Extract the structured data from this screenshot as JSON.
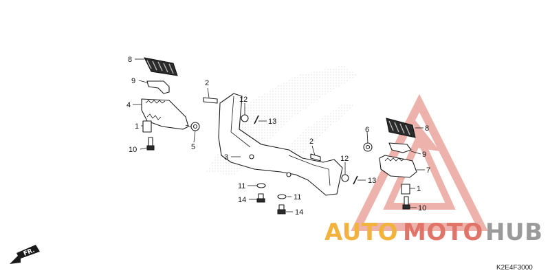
{
  "diagram": {
    "code": "K2E4F3000",
    "front_label": "FR.",
    "callouts": {
      "c1a": "1",
      "c1b": "1",
      "c2a": "2",
      "c2b": "2",
      "c3": "3",
      "c4": "4",
      "c5": "5",
      "c6": "6",
      "c7": "7",
      "c8a": "8",
      "c8b": "8",
      "c9a": "9",
      "c9b": "9",
      "c10a": "10",
      "c10b": "10",
      "c11a": "11",
      "c11b": "11",
      "c12a": "12",
      "c12b": "12",
      "c13a": "13",
      "c13b": "13",
      "c14a": "14",
      "c14b": "14"
    }
  },
  "watermark": {
    "auto": "AUTO",
    "moto": "MOTO",
    "hub": "HUB",
    "color_orange": "#f2b33d",
    "color_red": "#e07468",
    "color_gray": "#9a9a9a"
  }
}
